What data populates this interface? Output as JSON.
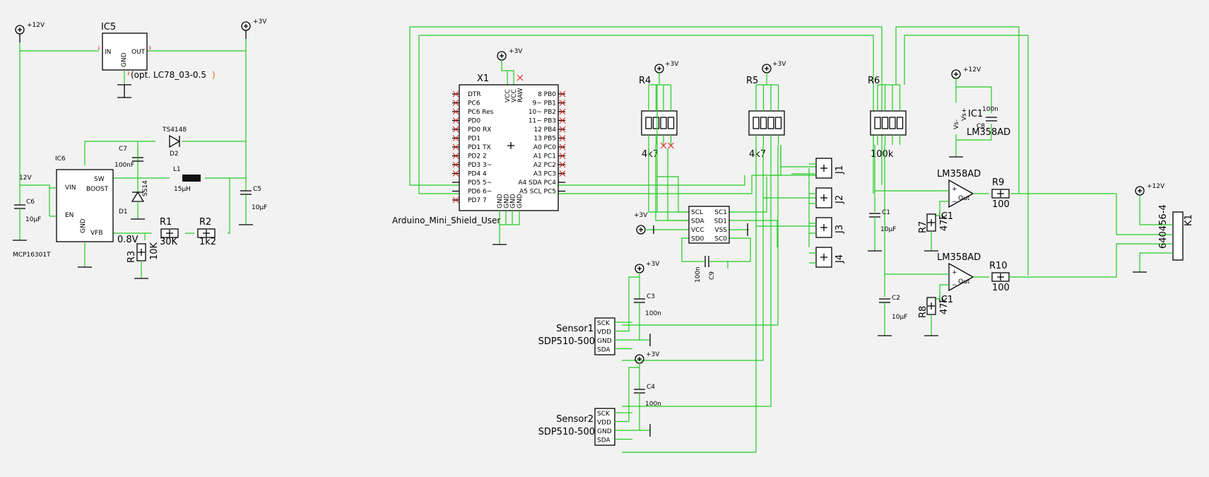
{
  "rails": {
    "v12": "+12V",
    "v3": "+3V"
  },
  "ic5": {
    "ref": "IC5",
    "in": "IN",
    "out": "OUT",
    "gnd": "GND",
    "note": "(opt. LC78_03-0.5",
    "note_end": ")"
  },
  "ic6": {
    "ref": "IC6",
    "part": "MCP16301T",
    "pins": {
      "vin": "VIN",
      "boost": "BOOST",
      "sw": "SW",
      "en": "EN",
      "gnd": "GND",
      "vfb": "VFB"
    }
  },
  "passives_left": {
    "c6": {
      "ref": "C6",
      "val": "10µF"
    },
    "c7": {
      "ref": "C7",
      "val": "100nF"
    },
    "d2": {
      "ref": "D2",
      "val": "TS4148"
    },
    "d1": {
      "ref": "D1",
      "val": "SS14"
    },
    "l1": {
      "ref": "L1",
      "val": "15µH"
    },
    "c5": {
      "ref": "C5",
      "val": "10µF"
    },
    "r1": {
      "ref": "R1",
      "val": "30K"
    },
    "r2": {
      "ref": "R2",
      "val": "1k2"
    },
    "r3": {
      "ref": "R3",
      "val": "10K"
    },
    "vfb_v": "0.8V",
    "net12": "12V"
  },
  "arduino": {
    "ref": "X1",
    "name": "Arduino_Mini_Shield_User",
    "top_pins": [
      "VCC",
      "VCC",
      "RAW"
    ],
    "left_pins": [
      "DTR",
      "PC6",
      "PC6 Res",
      "PD0",
      "PD0  RX",
      "PD1",
      "PD1 TX",
      "PD2 2",
      "PD3 3~",
      "PD4 4",
      "PD5 5~",
      "PD6 6~",
      "PD7 7"
    ],
    "right_pins": [
      "8  PB0",
      "9~ PB1",
      "10~ PB2",
      "11~ PB3",
      "12  PB4",
      "13  PB5",
      "A0  PC0",
      "A1  PC1",
      "A2  PC2",
      "A3  PC3",
      "A4 SDA PC4",
      "A5 SCL PC5"
    ],
    "bottom_pins": [
      "GND",
      "GND",
      "GND",
      "GND"
    ]
  },
  "resnets": [
    {
      "ref": "R4",
      "val": "4k7"
    },
    {
      "ref": "R5",
      "val": "4k7"
    },
    {
      "ref": "R6",
      "val": "100k"
    }
  ],
  "mux": {
    "pins_l": [
      "SCL",
      "SDA",
      "VCC",
      "SD0"
    ],
    "pins_r": [
      "SC1",
      "SD1",
      "VSS",
      "SC0"
    ]
  },
  "c9": {
    "ref": "C9",
    "val": "100n"
  },
  "sensors": [
    {
      "ref": "Sensor1",
      "part": "SDP510-500",
      "cap_ref": "C3",
      "cap_val": "100n"
    },
    {
      "ref": "Sensor2",
      "part": "SDP510-500",
      "cap_ref": "C4",
      "cap_val": "100n"
    }
  ],
  "sensor_pins": [
    "SCK",
    "VDD",
    "GND",
    "SDA"
  ],
  "jumpers": [
    "J1",
    "J2",
    "J3",
    "J4"
  ],
  "c1": {
    "ref": "C1",
    "val": "10µF"
  },
  "c2": {
    "ref": "C2",
    "val": "10µF"
  },
  "opamp": {
    "ref": "IC1",
    "part": "LM358AD",
    "vs_pos": "Vs+",
    "vs_neg": "Vs-",
    "cap_ref": "C8",
    "cap_val": "100n",
    "out": "Out"
  },
  "r7": {
    "ref": "R7",
    "val": "47k"
  },
  "r8": {
    "ref": "R8",
    "val": "47k"
  },
  "r9": {
    "ref": "R9",
    "val": "100"
  },
  "r10": {
    "ref": "R10",
    "val": "100"
  },
  "k1": {
    "ref": "K1",
    "part": "640456-4"
  }
}
